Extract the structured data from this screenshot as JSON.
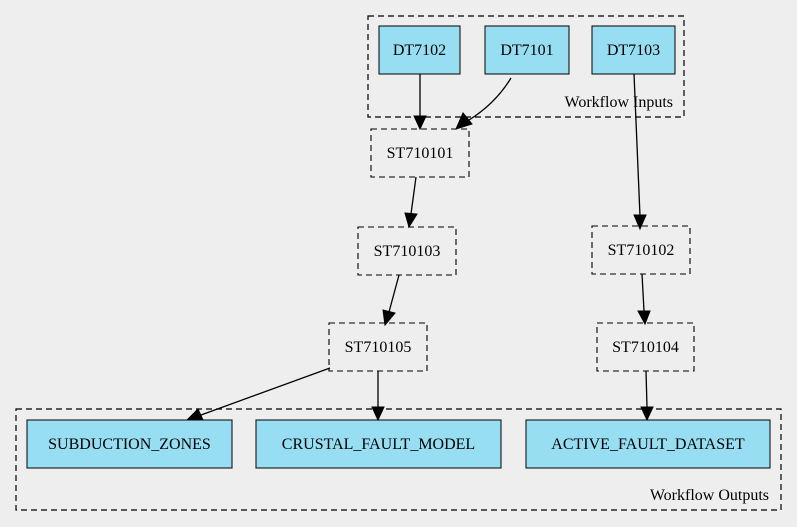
{
  "clusters": {
    "inputs": {
      "label": "Workflow Inputs"
    },
    "outputs": {
      "label": "Workflow Outputs"
    }
  },
  "data_nodes": {
    "dt7102": "DT7102",
    "dt7101": "DT7101",
    "dt7103": "DT7103",
    "subduction_zones": "SUBDUCTION_ZONES",
    "crustal_fault_model": "CRUSTAL_FAULT_MODEL",
    "active_fault_dataset": "ACTIVE_FAULT_DATASET"
  },
  "step_nodes": {
    "st710101": "ST710101",
    "st710102": "ST710102",
    "st710103": "ST710103",
    "st710104": "ST710104",
    "st710105": "ST710105"
  },
  "colors": {
    "data_fill": "#97def3",
    "background": "#eeeeee"
  },
  "edges": [
    [
      "DT7102",
      "ST710101"
    ],
    [
      "DT7101",
      "ST710101"
    ],
    [
      "DT7103",
      "ST710102"
    ],
    [
      "ST710101",
      "ST710103"
    ],
    [
      "ST710103",
      "ST710105"
    ],
    [
      "ST710102",
      "ST710104"
    ],
    [
      "ST710105",
      "SUBDUCTION_ZONES"
    ],
    [
      "ST710105",
      "CRUSTAL_FAULT_MODEL"
    ],
    [
      "ST710104",
      "ACTIVE_FAULT_DATASET"
    ]
  ]
}
